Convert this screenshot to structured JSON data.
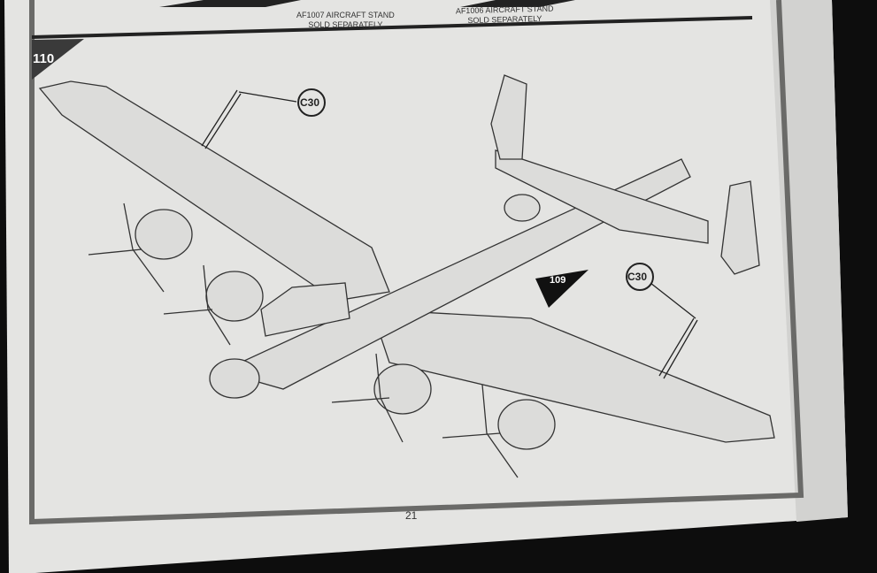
{
  "header": {
    "stand_left": {
      "line1": "AF1007 AIRCRAFT STAND",
      "line2": "SOLD SEPARATELY"
    },
    "stand_right": {
      "line1": "AF1006 AIRCRAFT STAND",
      "line2": "SOLD SEPARATELY"
    }
  },
  "step": {
    "number": "110"
  },
  "callouts": [
    {
      "label": "C30"
    },
    {
      "label": "C30"
    }
  ],
  "reference_step": "109",
  "footer": {
    "page_number": "21"
  }
}
